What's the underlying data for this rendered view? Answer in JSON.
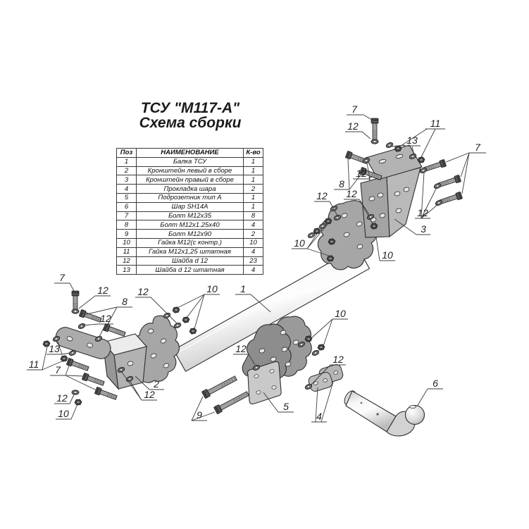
{
  "title": {
    "line1": "ТСУ \"М117-А\"",
    "line2": "Схема сборки"
  },
  "table": {
    "headers": {
      "pos": "Поз",
      "name": "НАИМЕНОВАНИЕ",
      "qty": "К-во"
    },
    "rows": [
      {
        "pos": "1",
        "name": "Балка ТСУ",
        "qty": "1"
      },
      {
        "pos": "2",
        "name": "Кронштейн левый в сборе",
        "qty": "1"
      },
      {
        "pos": "3",
        "name": "Кронштейн правый в сборе",
        "qty": "1"
      },
      {
        "pos": "4",
        "name": "Прокладка шара",
        "qty": "2"
      },
      {
        "pos": "5",
        "name": "Подрозетник тип А",
        "qty": "1"
      },
      {
        "pos": "6",
        "name": "Шар SH14A",
        "qty": "1"
      },
      {
        "pos": "7",
        "name": "Болт М12х35",
        "qty": "8"
      },
      {
        "pos": "8",
        "name": "Болт М12х1.25х40",
        "qty": "4"
      },
      {
        "pos": "9",
        "name": "Болт М12х90",
        "qty": "2"
      },
      {
        "pos": "10",
        "name": "Гайка М12(с контр.)",
        "qty": "10"
      },
      {
        "pos": "11",
        "name": "Гайка М12х1,25 штатная",
        "qty": "4"
      },
      {
        "pos": "12",
        "name": "Шайба d 12",
        "qty": "23"
      },
      {
        "pos": "13",
        "name": "Шайба d 12 штатная",
        "qty": "4"
      }
    ]
  },
  "callouts": [
    {
      "n": "7"
    },
    {
      "n": "12"
    },
    {
      "n": "11"
    },
    {
      "n": "13"
    },
    {
      "n": "7"
    },
    {
      "n": "12"
    },
    {
      "n": "8"
    },
    {
      "n": "12"
    },
    {
      "n": "12"
    },
    {
      "n": "12"
    },
    {
      "n": "3"
    },
    {
      "n": "10"
    },
    {
      "n": "10"
    },
    {
      "n": "1"
    },
    {
      "n": "10"
    },
    {
      "n": "12"
    },
    {
      "n": "12"
    },
    {
      "n": "7"
    },
    {
      "n": "12"
    },
    {
      "n": "8"
    },
    {
      "n": "12"
    },
    {
      "n": "10"
    },
    {
      "n": "12"
    },
    {
      "n": "13"
    },
    {
      "n": "11"
    },
    {
      "n": "7"
    },
    {
      "n": "12"
    },
    {
      "n": "10"
    },
    {
      "n": "2"
    },
    {
      "n": "12"
    },
    {
      "n": "9"
    },
    {
      "n": "5"
    },
    {
      "n": "4"
    },
    {
      "n": "6"
    }
  ],
  "colors": {
    "background": "#ffffff",
    "outline": "#2e2e2e",
    "metal_light": "#f2f2f2",
    "metal_mid": "#a8a8a8",
    "metal_dark": "#4a4a4a",
    "text": "#1a1a1a"
  }
}
